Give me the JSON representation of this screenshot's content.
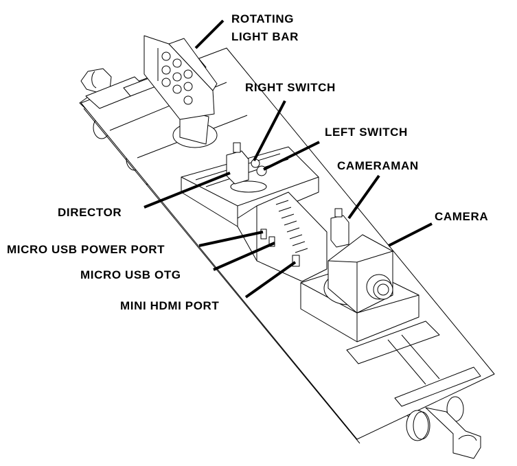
{
  "title": "Camera car component diagram",
  "colors": {
    "ink": "#000000",
    "paper": "#ffffff"
  },
  "callouts": [
    {
      "id": "rotating-light-bar",
      "lines": [
        "ROTATING",
        "LIGHT BAR"
      ]
    },
    {
      "id": "right-switch",
      "lines": [
        "RIGHT SWITCH"
      ]
    },
    {
      "id": "left-switch",
      "lines": [
        "LEFT SWITCH"
      ]
    },
    {
      "id": "cameraman",
      "lines": [
        "CAMERAMAN"
      ]
    },
    {
      "id": "camera",
      "lines": [
        "CAMERA"
      ]
    },
    {
      "id": "director",
      "lines": [
        "DIRECTOR"
      ]
    },
    {
      "id": "micro-usb-power-port",
      "lines": [
        "MICRO USB POWER PORT"
      ]
    },
    {
      "id": "micro-usb-otg",
      "lines": [
        "MICRO USB OTG"
      ]
    },
    {
      "id": "mini-hdmi-port",
      "lines": [
        "MINI HDMI PORT"
      ]
    }
  ]
}
